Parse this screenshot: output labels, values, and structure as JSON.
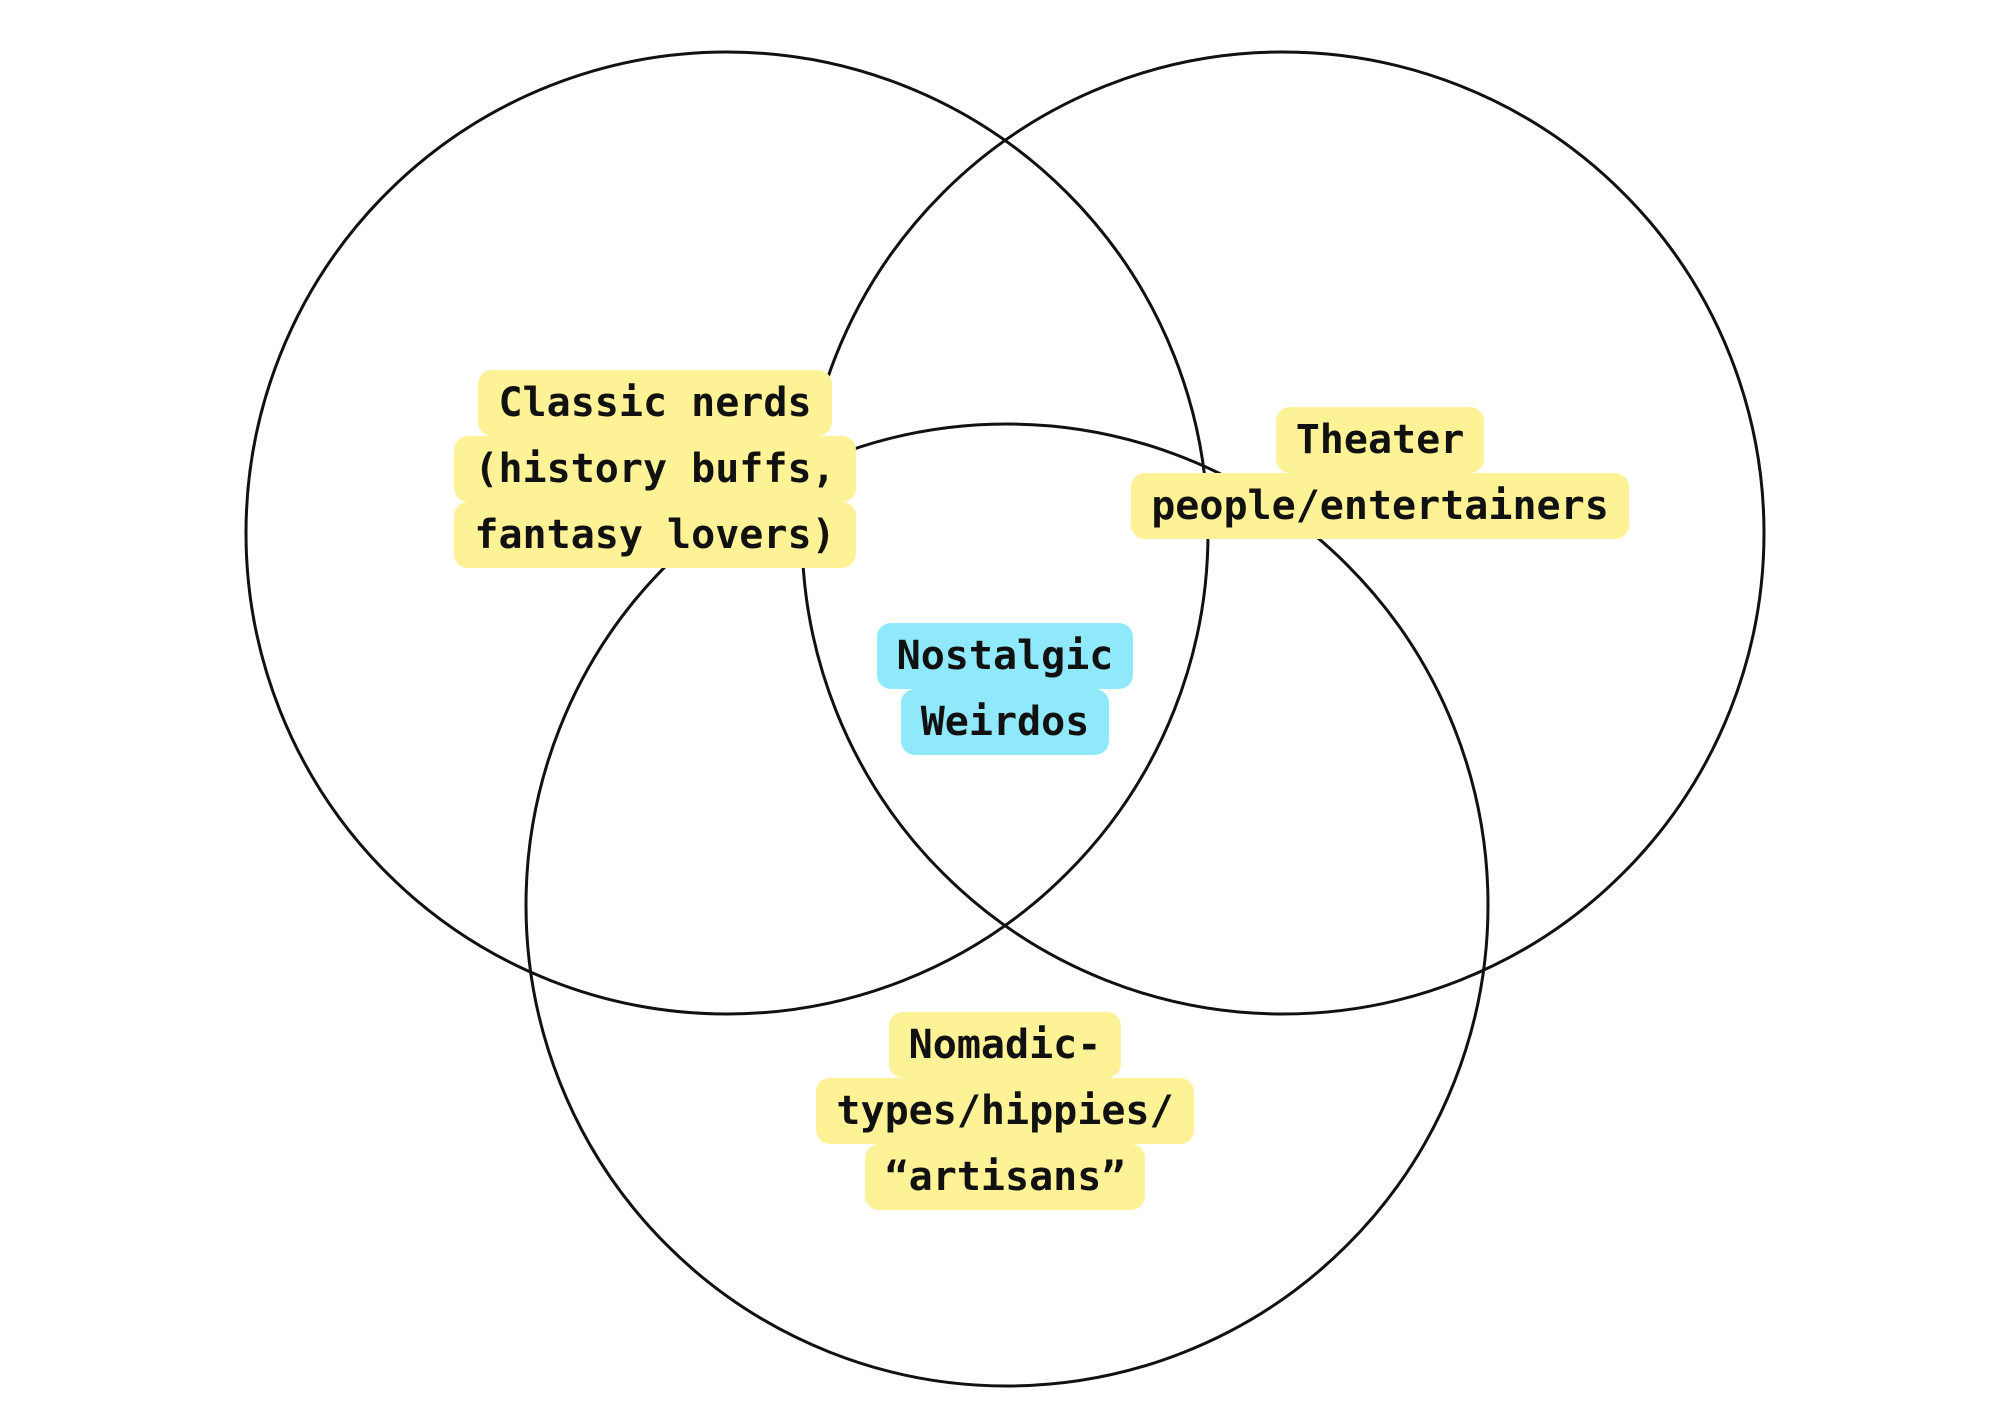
{
  "colors": {
    "stroke": "#111111",
    "label_highlight": "#fdf296",
    "center_highlight": "#8fe9fb",
    "background": "#ffffff"
  },
  "venn": {
    "sets": [
      {
        "id": "top-left",
        "label_lines": [
          "Classic nerds",
          "(history buffs,",
          "fantasy lovers)"
        ]
      },
      {
        "id": "top-right",
        "label_lines": [
          "Theater",
          "people/entertainers"
        ]
      },
      {
        "id": "bottom",
        "label_lines": [
          "Nomadic-",
          "types/hippies/",
          "“artisans”"
        ]
      }
    ],
    "intersection": {
      "label_lines": [
        "Nostalgic",
        "Weirdos"
      ]
    }
  }
}
